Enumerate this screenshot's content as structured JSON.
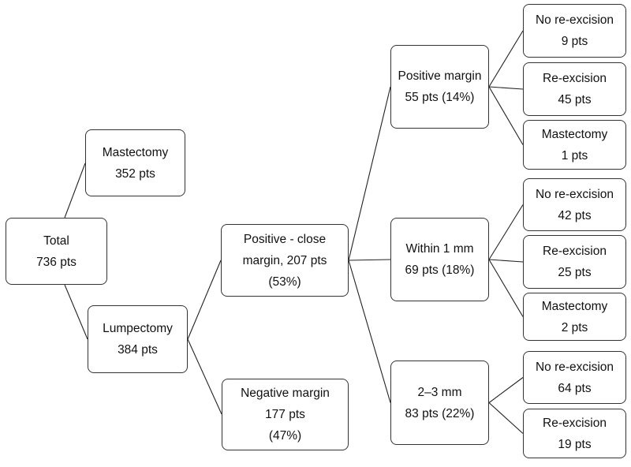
{
  "nodes": {
    "total": {
      "lines": [
        "Total",
        "736 pts"
      ]
    },
    "mastectomy": {
      "lines": [
        "Mastectomy",
        "352 pts"
      ]
    },
    "lumpectomy": {
      "lines": [
        "Lumpectomy",
        "384 pts"
      ]
    },
    "pos_close": {
      "lines": [
        "Positive - close",
        "margin, 207 pts",
        "(53%)"
      ]
    },
    "negative": {
      "lines": [
        "Negative margin",
        "177 pts",
        "(47%)"
      ]
    },
    "pos_margin": {
      "lines": [
        "Positive margin",
        "55 pts (14%)"
      ]
    },
    "within1": {
      "lines": [
        "Within 1 mm",
        "69 pts (18%)"
      ]
    },
    "mm23": {
      "lines": [
        "2–3 mm",
        "83 pts (22%)"
      ]
    },
    "pm_norx": {
      "lines": [
        "No re-excision",
        "9 pts"
      ]
    },
    "pm_rx": {
      "lines": [
        "Re-excision",
        "45 pts"
      ]
    },
    "pm_mast": {
      "lines": [
        "Mastectomy",
        "1 pts"
      ]
    },
    "w1_norx": {
      "lines": [
        "No re-excision",
        "42 pts"
      ]
    },
    "w1_rx": {
      "lines": [
        "Re-excision",
        "25 pts"
      ]
    },
    "w1_mast": {
      "lines": [
        "Mastectomy",
        "2 pts"
      ]
    },
    "m23_norx": {
      "lines": [
        "No re-excision",
        "64 pts"
      ]
    },
    "m23_rx": {
      "lines": [
        "Re-excision",
        "19 pts"
      ]
    }
  },
  "edges": [
    [
      "total",
      "mastectomy"
    ],
    [
      "total",
      "lumpectomy"
    ],
    [
      "lumpectomy",
      "pos_close"
    ],
    [
      "lumpectomy",
      "negative"
    ],
    [
      "pos_close",
      "pos_margin"
    ],
    [
      "pos_close",
      "within1"
    ],
    [
      "pos_close",
      "mm23"
    ],
    [
      "pos_margin",
      "pm_norx"
    ],
    [
      "pos_margin",
      "pm_rx"
    ],
    [
      "pos_margin",
      "pm_mast"
    ],
    [
      "within1",
      "w1_norx"
    ],
    [
      "within1",
      "w1_rx"
    ],
    [
      "within1",
      "w1_mast"
    ],
    [
      "mm23",
      "m23_norx"
    ],
    [
      "mm23",
      "m23_rx"
    ]
  ]
}
